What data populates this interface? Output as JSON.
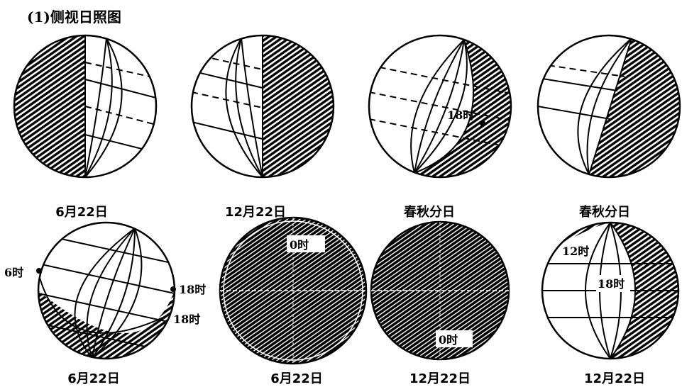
{
  "title": "(1)侧视日照图",
  "row1_captions": [
    "6月22日",
    "12月22日",
    "春秋分日",
    "春秋分日"
  ],
  "row2_captions": [
    "6月22日",
    "6月22日",
    "12月22日",
    "12月22日"
  ],
  "labels": {
    "g3_hour": "18时",
    "g5_left": "6时",
    "g5_right_top": "18时",
    "g5_right_bottom": "18时",
    "g6_top": "0时",
    "g7_bottom": "0时",
    "g8_top": "12时",
    "g8_mid": "18时"
  },
  "colors": {
    "ink": "#000000",
    "paper": "#ffffff"
  }
}
